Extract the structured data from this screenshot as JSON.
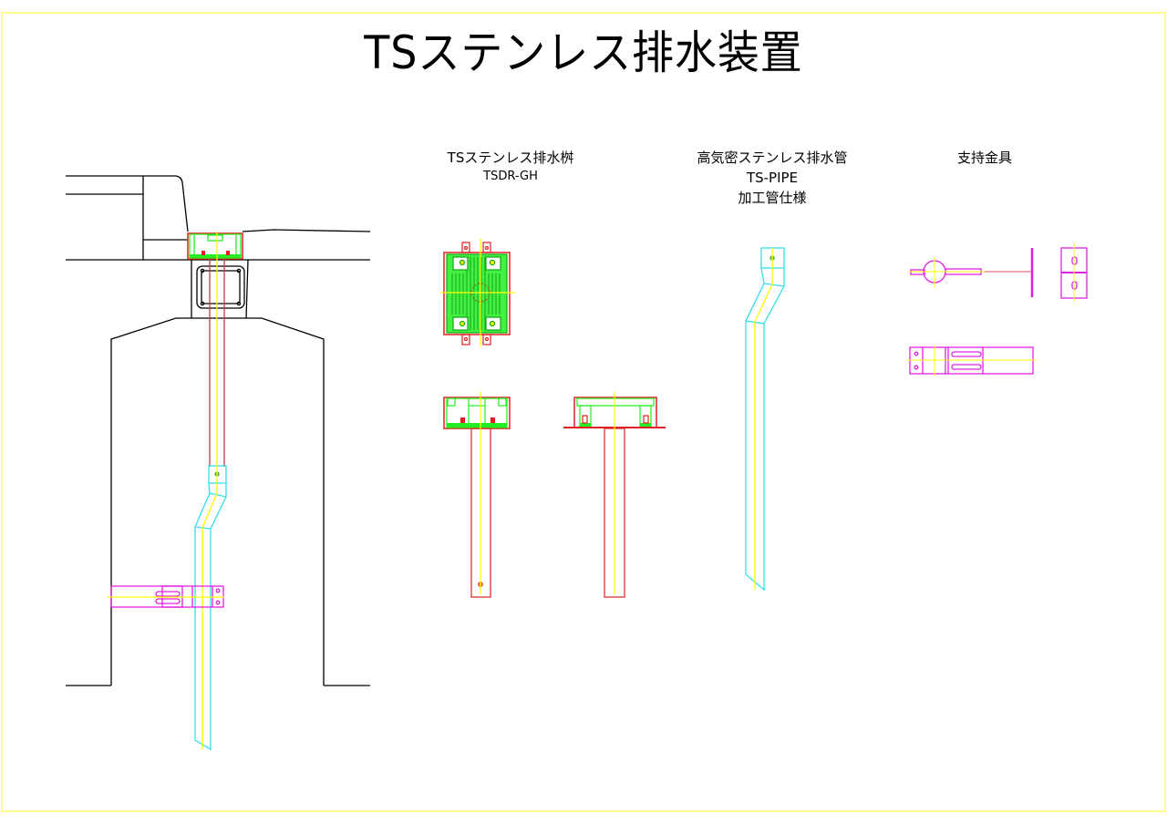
{
  "title": "TSステンレス排水装置",
  "frame_color": "#ffff66",
  "colors": {
    "structure": "#000000",
    "pipe": "#33e0e8",
    "center_line": "#ffff00",
    "box_outline": "#e02020",
    "box_body": "#22ee22",
    "bracket": "#e020e0"
  },
  "sections": [
    {
      "id": "drain-box",
      "lines": [
        "TSステンレス排水桝",
        "TSDR-GH"
      ]
    },
    {
      "id": "drain-pipe",
      "lines": [
        "高気密ステンレス排水管",
        "TS-PIPE",
        "加工管仕様"
      ]
    },
    {
      "id": "bracket",
      "lines": [
        "支持金具"
      ]
    }
  ]
}
